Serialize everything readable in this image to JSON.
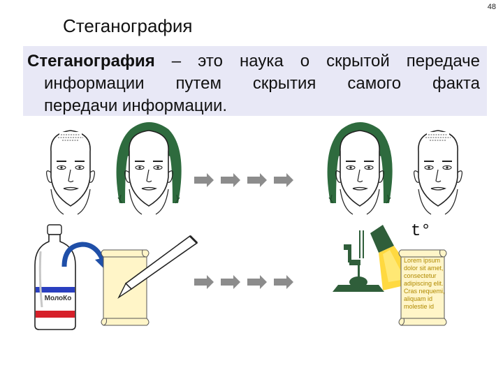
{
  "page_number": "48",
  "title": "Стеганография",
  "definition": {
    "term": "Стеганография",
    "line1_rest": " – это наука о скрытой передаче",
    "line2": "информации путем скрытия самого факта",
    "line3": "передачи информации."
  },
  "temperature_label": "t°",
  "milk_label": "МолоКо",
  "revealed_text": "Lorem ipsum dolor sit amet, consectetur adipiscing elit. Cras nequemi, aliquam id molestie id",
  "colors": {
    "definition_box": "#e8e8f6",
    "hair": "#2e6b3e",
    "arrow_gray": "#8c8c8c",
    "scroll": "#fff5c8",
    "lamp_green": "#2f5e3a",
    "light_yellow": "#ffd21e",
    "bottle_blue": "#2a3fbf",
    "bottle_red": "#d6202a",
    "curved_arrow": "#1f4fa8"
  }
}
